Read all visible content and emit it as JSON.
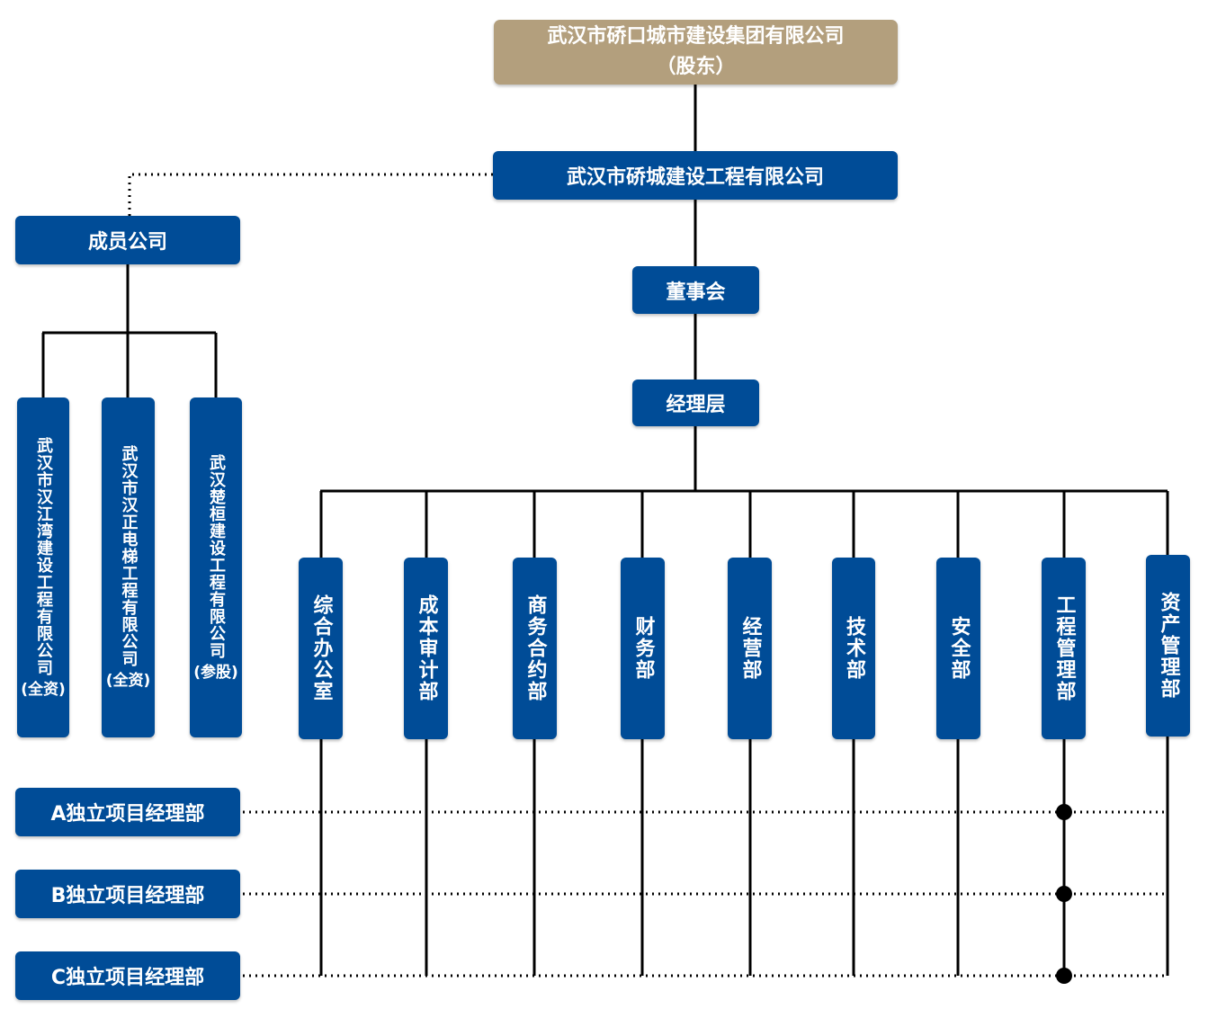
{
  "shareholder": {
    "name": "武汉市硚口城市建设集团有限公司",
    "role": "（股东）"
  },
  "company": "武汉市硚城建设工程有限公司",
  "board": "董事会",
  "management": "经理层",
  "members": {
    "title": "成员公司",
    "items": [
      {
        "name": "武汉市汉江湾建设工程有限公司",
        "note": "(全资)"
      },
      {
        "name": "武汉市汉正电梯工程有限公司",
        "note": "(全资)"
      },
      {
        "name": "武汉楚桓建设工程有限公司",
        "note": "(参股)"
      }
    ]
  },
  "departments": [
    "综合办公室",
    "成本审计部",
    "商务合约部",
    "财务部",
    "经营部",
    "技术部",
    "安全部",
    "工程管理部",
    "资产管理部"
  ],
  "projects": [
    "A独立项目经理部",
    "B独立项目经理部",
    "C独立项目经理部"
  ],
  "colors": {
    "primary": "#004c97",
    "shareholder": "#b39f7d",
    "line": "#000000"
  }
}
